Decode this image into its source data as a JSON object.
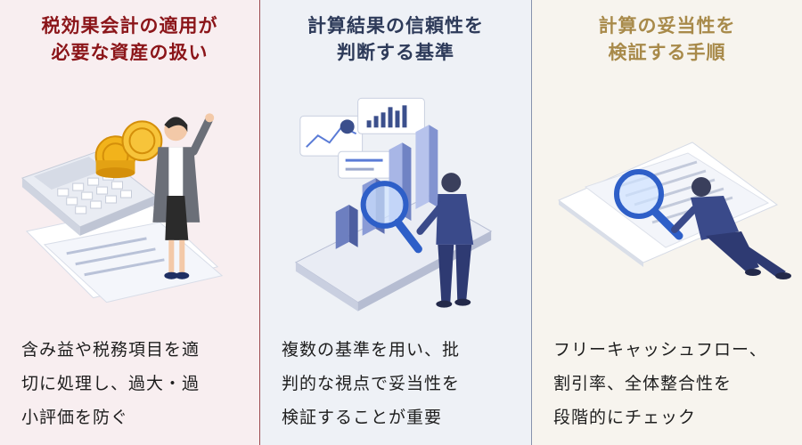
{
  "panels": [
    {
      "title": [
        "税効果会計の適用が",
        "必要な資産の扱い"
      ],
      "desc": [
        "含み益や税務項目を適",
        "切に処理し、過大・過",
        "小評価を防ぐ"
      ],
      "title_color": "#8b1519",
      "icon": "calculator-coins-person-illustration"
    },
    {
      "title": [
        "計算結果の信頼性を",
        "判断する基準"
      ],
      "desc": [
        "複数の基準を用い、批",
        "判的な視点で妥当性を",
        "検証することが重要"
      ],
      "title_color": "#2d3a59",
      "icon": "chart-magnifier-illustration"
    },
    {
      "title": [
        "計算の妥当性を",
        "検証する手順"
      ],
      "desc": [
        "フリーキャッシュフロー、",
        "割引率、全体整合性を",
        "段階的にチェック"
      ],
      "title_color": "#a88a4a",
      "icon": "document-magnifier-illustration"
    }
  ]
}
